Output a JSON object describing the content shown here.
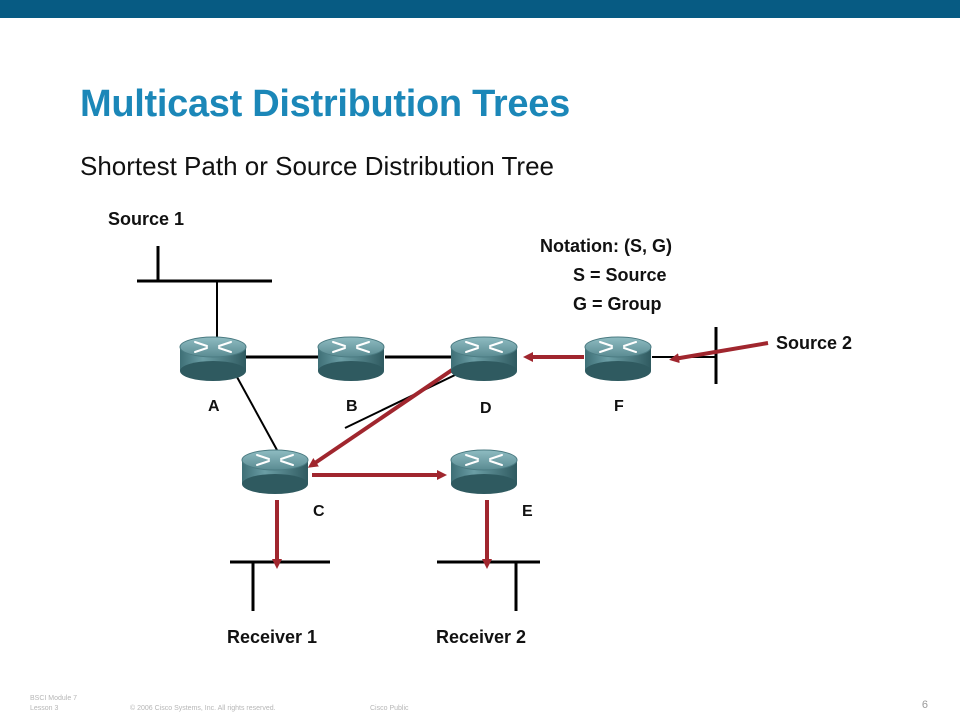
{
  "header": {
    "title": "Multicast Distribution Trees",
    "subtitle": "Shortest Path or Source Distribution Tree"
  },
  "diagram": {
    "source1": "Source 1",
    "source2": "Source 2",
    "notation": {
      "line1": "Notation:  (S, G)",
      "line2": "S = Source",
      "line3": "G = Group"
    },
    "routers": {
      "a": "A",
      "b": "B",
      "c": "C",
      "d": "D",
      "e": "E",
      "f": "F"
    },
    "receiver1": "Receiver 1",
    "receiver2": "Receiver 2"
  },
  "footer": {
    "course": "BSCI Module 7",
    "lesson": "Lesson 3",
    "copyright": "© 2006 Cisco Systems, Inc. All rights reserved.",
    "classification": "Cisco Public",
    "page": "6"
  },
  "colors": {
    "header_bar": "#075b83",
    "title": "#1b87b8",
    "flow_arrow": "#a0262e",
    "router_body": "#5c8f96"
  }
}
